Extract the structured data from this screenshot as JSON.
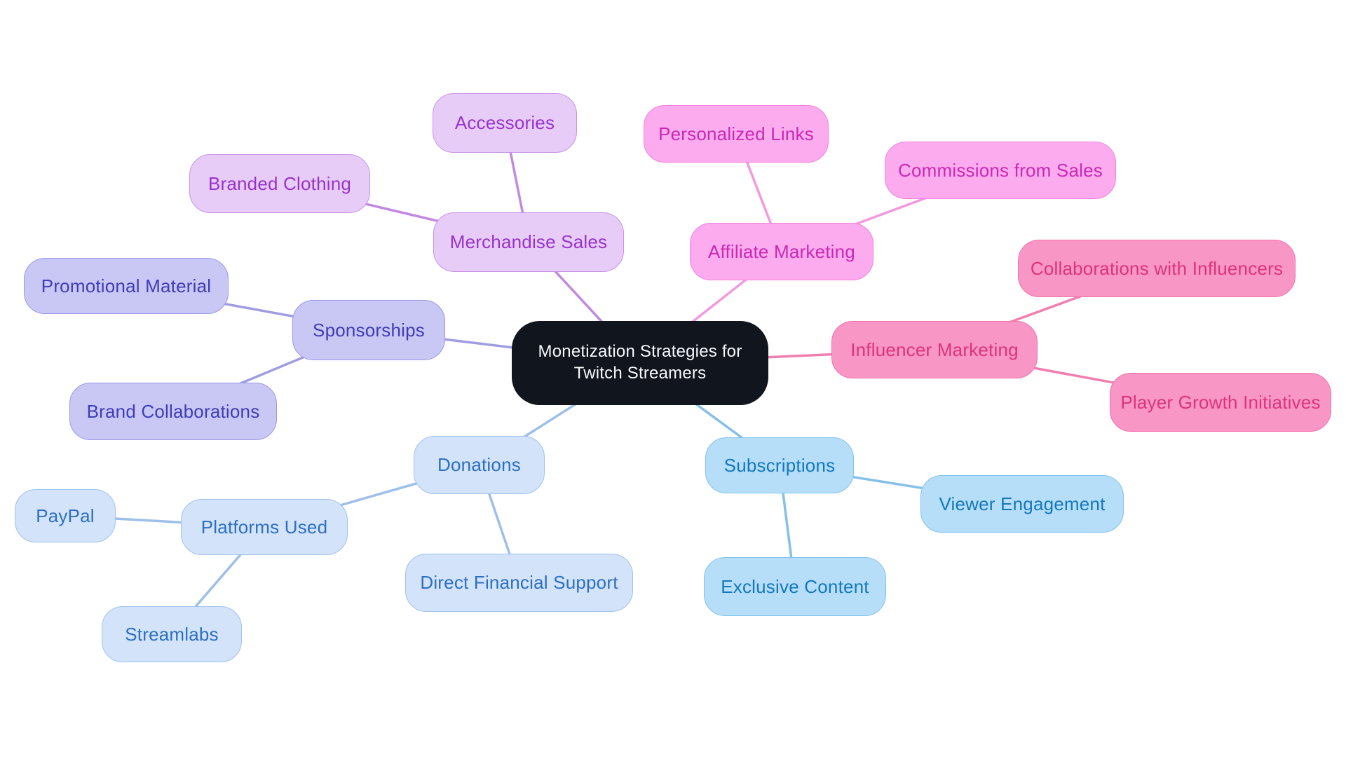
{
  "diagram": {
    "type": "mindmap",
    "title": "Monetization Strategies for Twitch Streamers",
    "background": "#ffffff"
  },
  "families": {
    "center": {
      "fill": "#10151e",
      "border": "#10151e",
      "text": "#f8fafc",
      "line": "#10151e"
    },
    "purple": {
      "fill": "#e8ccf8",
      "border": "#c793e8",
      "text": "#9733cb",
      "line": "#c08ae0"
    },
    "magenta": {
      "fill": "#fcacee",
      "border": "#f381dc",
      "text": "#cb28b3",
      "line": "#f19ade"
    },
    "pink": {
      "fill": "#f897c6",
      "border": "#f272ab",
      "text": "#de3379",
      "line": "#f07fb0"
    },
    "periwinkle": {
      "fill": "#c9c8f5",
      "border": "#9a97e5",
      "text": "#413cb4",
      "line": "#9f9ce2"
    },
    "paleblue": {
      "fill": "#d2e3fa",
      "border": "#a2c2ec",
      "text": "#2d6fc1",
      "line": "#9dbfe8"
    },
    "skyblue": {
      "fill": "#b6def9",
      "border": "#82c3ef",
      "text": "#1478bd",
      "line": "#85c0e8"
    }
  },
  "nodes": {
    "center": {
      "label": "Monetization Strategies for Twitch Streamers",
      "family": "center"
    },
    "merchandise_sales": {
      "label": "Merchandise Sales",
      "family": "purple"
    },
    "accessories": {
      "label": "Accessories",
      "family": "purple"
    },
    "branded_clothing": {
      "label": "Branded Clothing",
      "family": "purple"
    },
    "affiliate_marketing": {
      "label": "Affiliate Marketing",
      "family": "magenta"
    },
    "personalized_links": {
      "label": "Personalized Links",
      "family": "magenta"
    },
    "commissions_from_sales": {
      "label": "Commissions from Sales",
      "family": "magenta"
    },
    "influencer_marketing": {
      "label": "Influencer Marketing",
      "family": "pink"
    },
    "collaborations_with_influencers": {
      "label": "Collaborations with Influencers",
      "family": "pink"
    },
    "player_growth_initiatives": {
      "label": "Player Growth Initiatives",
      "family": "pink"
    },
    "sponsorships": {
      "label": "Sponsorships",
      "family": "periwinkle"
    },
    "promotional_material": {
      "label": "Promotional Material",
      "family": "periwinkle"
    },
    "brand_collaborations": {
      "label": "Brand Collaborations",
      "family": "periwinkle"
    },
    "donations": {
      "label": "Donations",
      "family": "paleblue"
    },
    "platforms_used": {
      "label": "Platforms Used",
      "family": "paleblue"
    },
    "paypal": {
      "label": "PayPal",
      "family": "paleblue"
    },
    "streamlabs": {
      "label": "Streamlabs",
      "family": "paleblue"
    },
    "direct_financial_support": {
      "label": "Direct Financial Support",
      "family": "paleblue"
    },
    "subscriptions": {
      "label": "Subscriptions",
      "family": "skyblue"
    },
    "viewer_engagement": {
      "label": "Viewer Engagement",
      "family": "skyblue"
    },
    "exclusive_content": {
      "label": "Exclusive Content",
      "family": "skyblue"
    }
  },
  "edges": [
    {
      "from": "center",
      "to": "merchandise_sales",
      "family": "purple"
    },
    {
      "from": "merchandise_sales",
      "to": "accessories",
      "family": "purple"
    },
    {
      "from": "merchandise_sales",
      "to": "branded_clothing",
      "family": "purple"
    },
    {
      "from": "center",
      "to": "affiliate_marketing",
      "family": "magenta"
    },
    {
      "from": "affiliate_marketing",
      "to": "personalized_links",
      "family": "magenta"
    },
    {
      "from": "affiliate_marketing",
      "to": "commissions_from_sales",
      "family": "magenta"
    },
    {
      "from": "center",
      "to": "influencer_marketing",
      "family": "pink"
    },
    {
      "from": "influencer_marketing",
      "to": "collaborations_with_influencers",
      "family": "pink"
    },
    {
      "from": "influencer_marketing",
      "to": "player_growth_initiatives",
      "family": "pink"
    },
    {
      "from": "center",
      "to": "sponsorships",
      "family": "periwinkle"
    },
    {
      "from": "sponsorships",
      "to": "promotional_material",
      "family": "periwinkle"
    },
    {
      "from": "sponsorships",
      "to": "brand_collaborations",
      "family": "periwinkle"
    },
    {
      "from": "center",
      "to": "donations",
      "family": "paleblue"
    },
    {
      "from": "donations",
      "to": "platforms_used",
      "family": "paleblue"
    },
    {
      "from": "donations",
      "to": "direct_financial_support",
      "family": "paleblue"
    },
    {
      "from": "platforms_used",
      "to": "paypal",
      "family": "paleblue"
    },
    {
      "from": "platforms_used",
      "to": "streamlabs",
      "family": "paleblue"
    },
    {
      "from": "center",
      "to": "subscriptions",
      "family": "skyblue"
    },
    {
      "from": "subscriptions",
      "to": "viewer_engagement",
      "family": "skyblue"
    },
    {
      "from": "subscriptions",
      "to": "exclusive_content",
      "family": "skyblue"
    }
  ]
}
